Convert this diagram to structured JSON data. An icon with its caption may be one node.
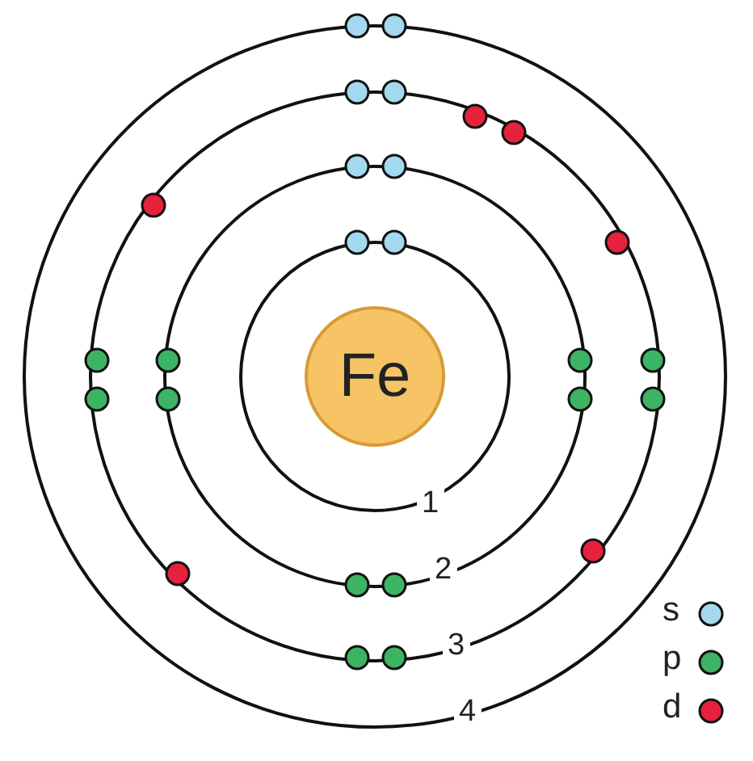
{
  "diagram": {
    "nodes": [
      {
        "text": [
          "Fe"
        ]
      }
    ],
    "labels": [
      "1",
      "2",
      "3",
      "4"
    ],
    "legend": [
      {
        "text": "s",
        "color": "#a3d9ef"
      },
      {
        "text": "p",
        "color": "#3cb463"
      },
      {
        "text": "d",
        "color": "#e5213b"
      }
    ]
  }
}
